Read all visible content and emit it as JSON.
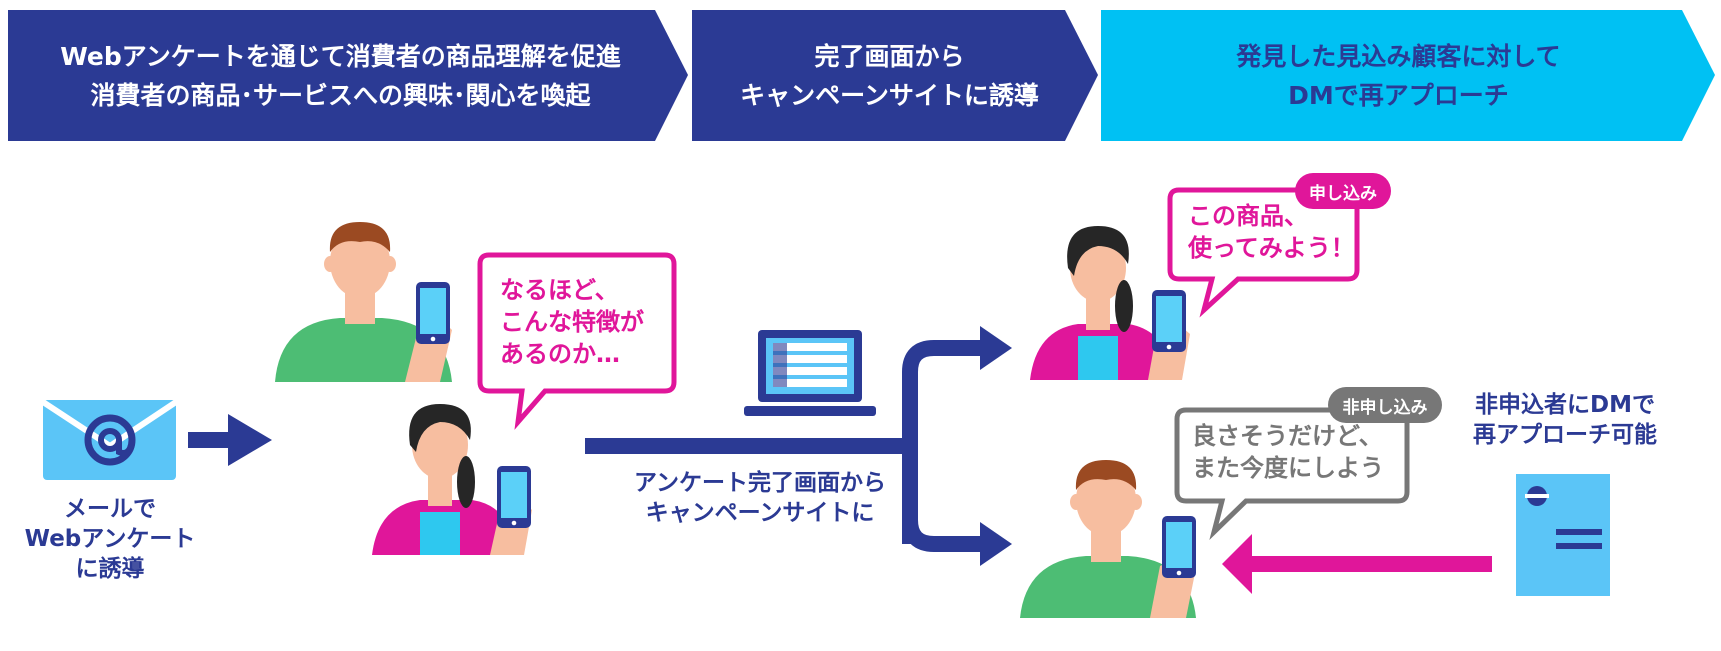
{
  "banners": [
    {
      "text": "Webアンケートを通じて消費者の商品理解を促進\n消費者の商品･サービスへの興味･関心を喚起"
    },
    {
      "text": "完了画面から\nキャンペーンサイトに誘導"
    },
    {
      "text": "発見した見込み顧客に対して\nDMで再アプローチ"
    }
  ],
  "email_caption": "メールで\nWebアンケート\nに誘導",
  "bubble_understand": "なるほど、\nこんな特徴が\nあるのか…",
  "campaign_caption": "アンケート完了画面から\nキャンペーンサイトに",
  "bubble_apply": {
    "tag": "申し込み",
    "text": "この商品、\n使ってみよう！"
  },
  "bubble_not_apply": {
    "tag": "非申し込み",
    "text": "良さそうだけど、\nまた今度にしよう"
  },
  "dm_caption": "非申込者にDMで\n再アプローチ可能",
  "colors": {
    "navy": "#2b3a94",
    "cyan": "#00c1f3",
    "magenta": "#e0169a",
    "gray": "#777777",
    "light_blue": "#5bc5f7",
    "green": "#4dbd74",
    "skin": "#f7bea0"
  },
  "icons": [
    "envelope-at-icon",
    "smartphone-icon",
    "laptop-icon",
    "dm-document-icon",
    "arrow-icon"
  ]
}
